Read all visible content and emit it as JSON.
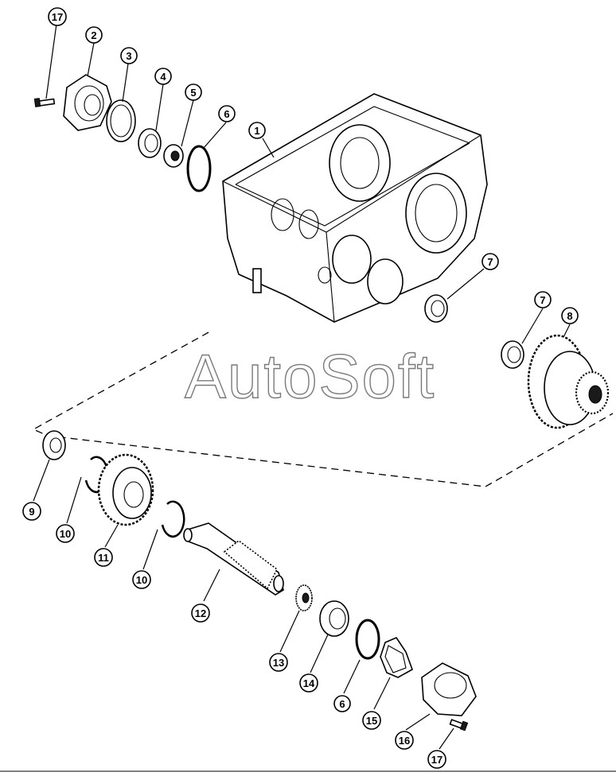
{
  "watermark": {
    "text": "AutoSoft"
  },
  "parts": [
    {
      "id": "housing",
      "callout": "1"
    },
    {
      "id": "cover-front",
      "callout": "2"
    },
    {
      "id": "shim-front",
      "callout": "3"
    },
    {
      "id": "bearing-cup-front",
      "callout": "4"
    },
    {
      "id": "bearing-cone-front",
      "callout": "5"
    },
    {
      "id": "o-ring-front",
      "callout": "6"
    },
    {
      "id": "seal-housing",
      "callout": "7"
    },
    {
      "id": "seal-gear",
      "callout": "7"
    },
    {
      "id": "gear-large",
      "callout": "8"
    },
    {
      "id": "thrust-washer",
      "callout": "9"
    },
    {
      "id": "snap-ring-left",
      "callout": "10"
    },
    {
      "id": "snap-ring-right",
      "callout": "10"
    },
    {
      "id": "gear-small",
      "callout": "11"
    },
    {
      "id": "shaft",
      "callout": "12"
    },
    {
      "id": "bearing-cone-rear",
      "callout": "13"
    },
    {
      "id": "bearing-cup-rear",
      "callout": "14"
    },
    {
      "id": "o-ring-rear",
      "callout": "6"
    },
    {
      "id": "gasket-rear",
      "callout": "15"
    },
    {
      "id": "cover-rear",
      "callout": "16"
    },
    {
      "id": "bolt-front",
      "callout": "17"
    },
    {
      "id": "bolt-rear",
      "callout": "17"
    }
  ]
}
